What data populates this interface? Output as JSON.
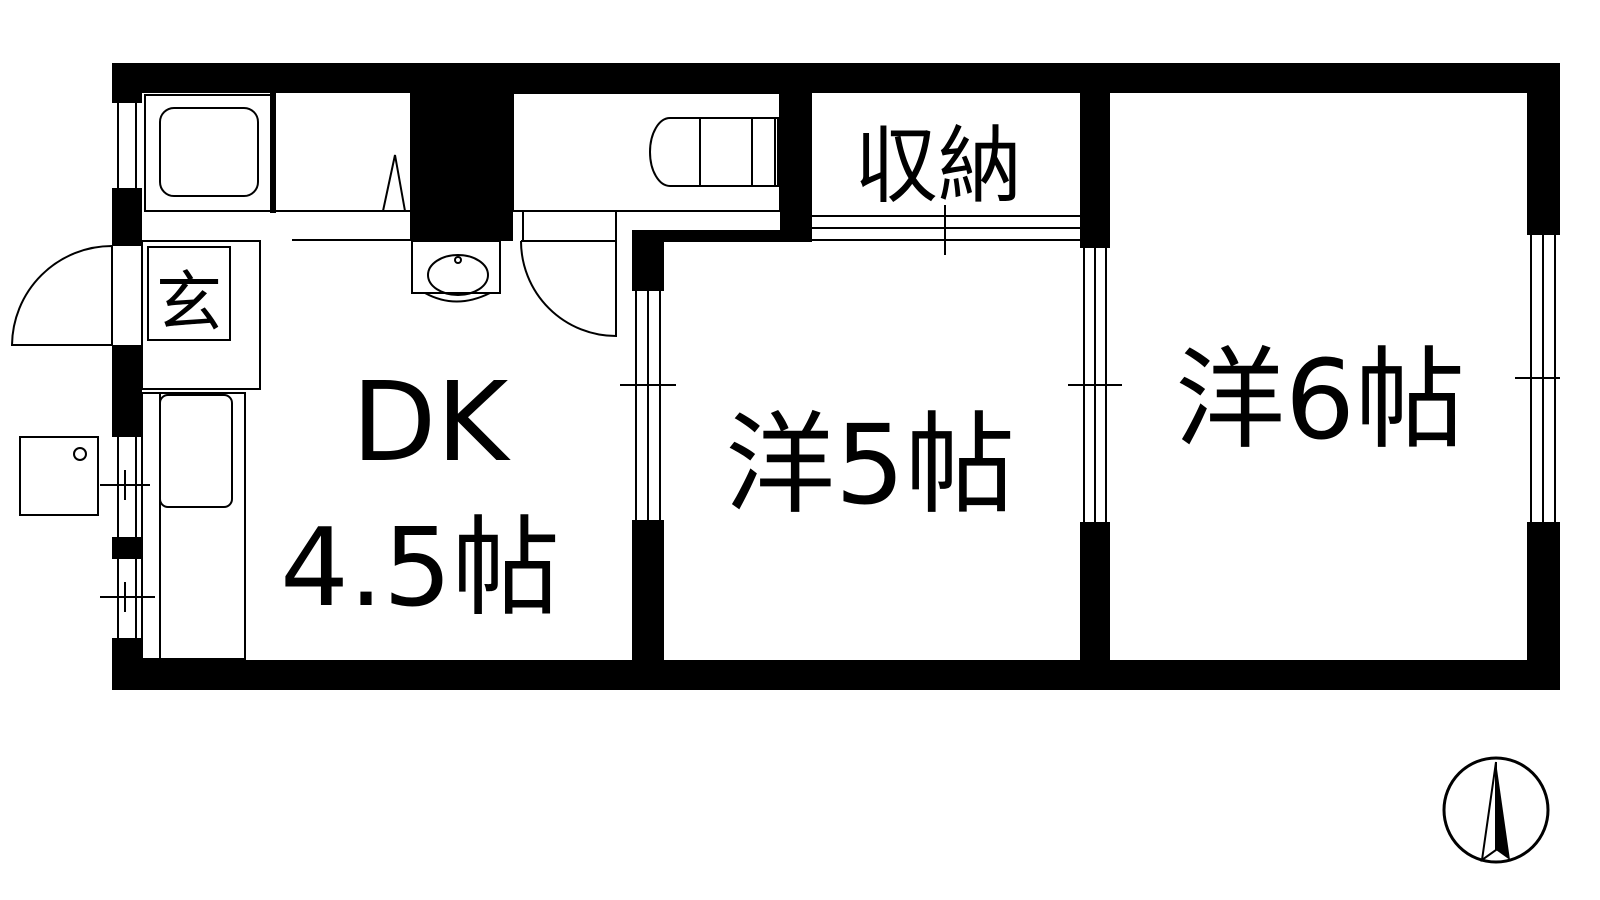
{
  "rooms": {
    "entrance": "玄",
    "storage": "収納",
    "dk_name": "DK",
    "dk_size": "4.5帖",
    "western1": "洋5帖",
    "western2": "洋6帖"
  },
  "compass": {
    "icon": "north-arrow-icon"
  },
  "colors": {
    "wall": "#000000",
    "background": "#ffffff"
  }
}
